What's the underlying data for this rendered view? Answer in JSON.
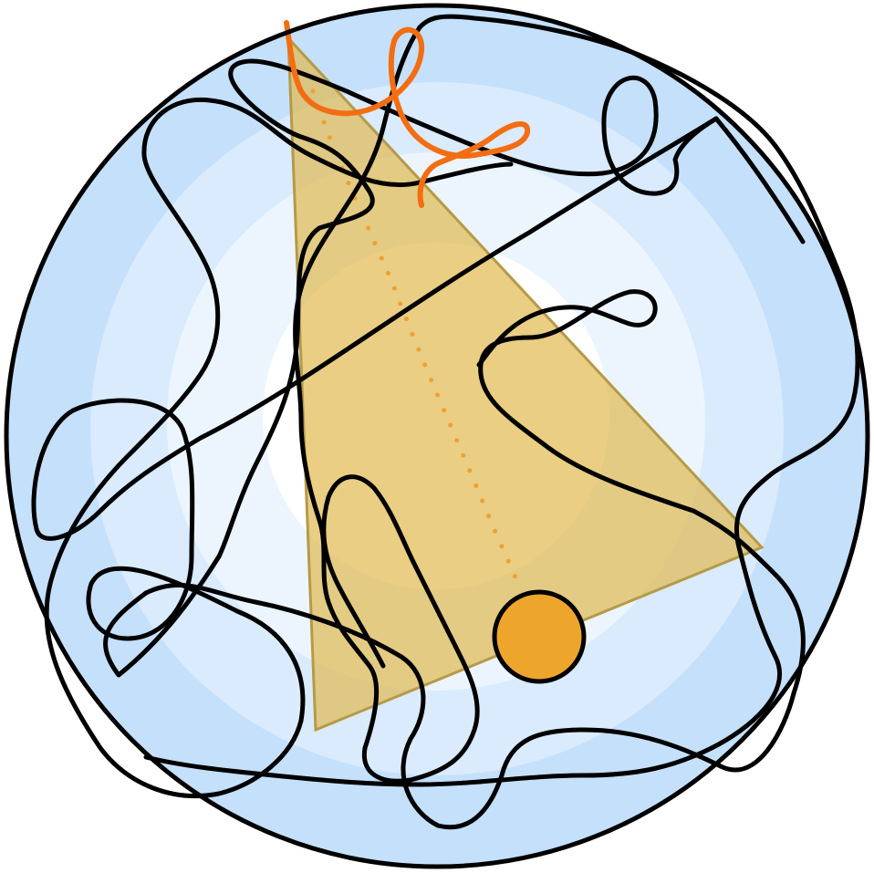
{
  "figure": {
    "kind": "illustration",
    "colors": {
      "sphere_outer": "#c5e0fb",
      "sphere_mid": "#d9ebfd",
      "sphere_inner": "#ecf5fe",
      "sphere_core": "#ffffff",
      "outline": "#000000",
      "triangle_fill": "#e0b94f",
      "triangle_edge": "#b59a48",
      "orange_highlight": "#f36d12",
      "dot_trail": "#f0a030",
      "ball_fill": "#eea52c"
    },
    "elements": [
      "sphere",
      "triangle",
      "black-chain",
      "orange-chain-segment",
      "dotted-trajectory",
      "ball"
    ]
  }
}
